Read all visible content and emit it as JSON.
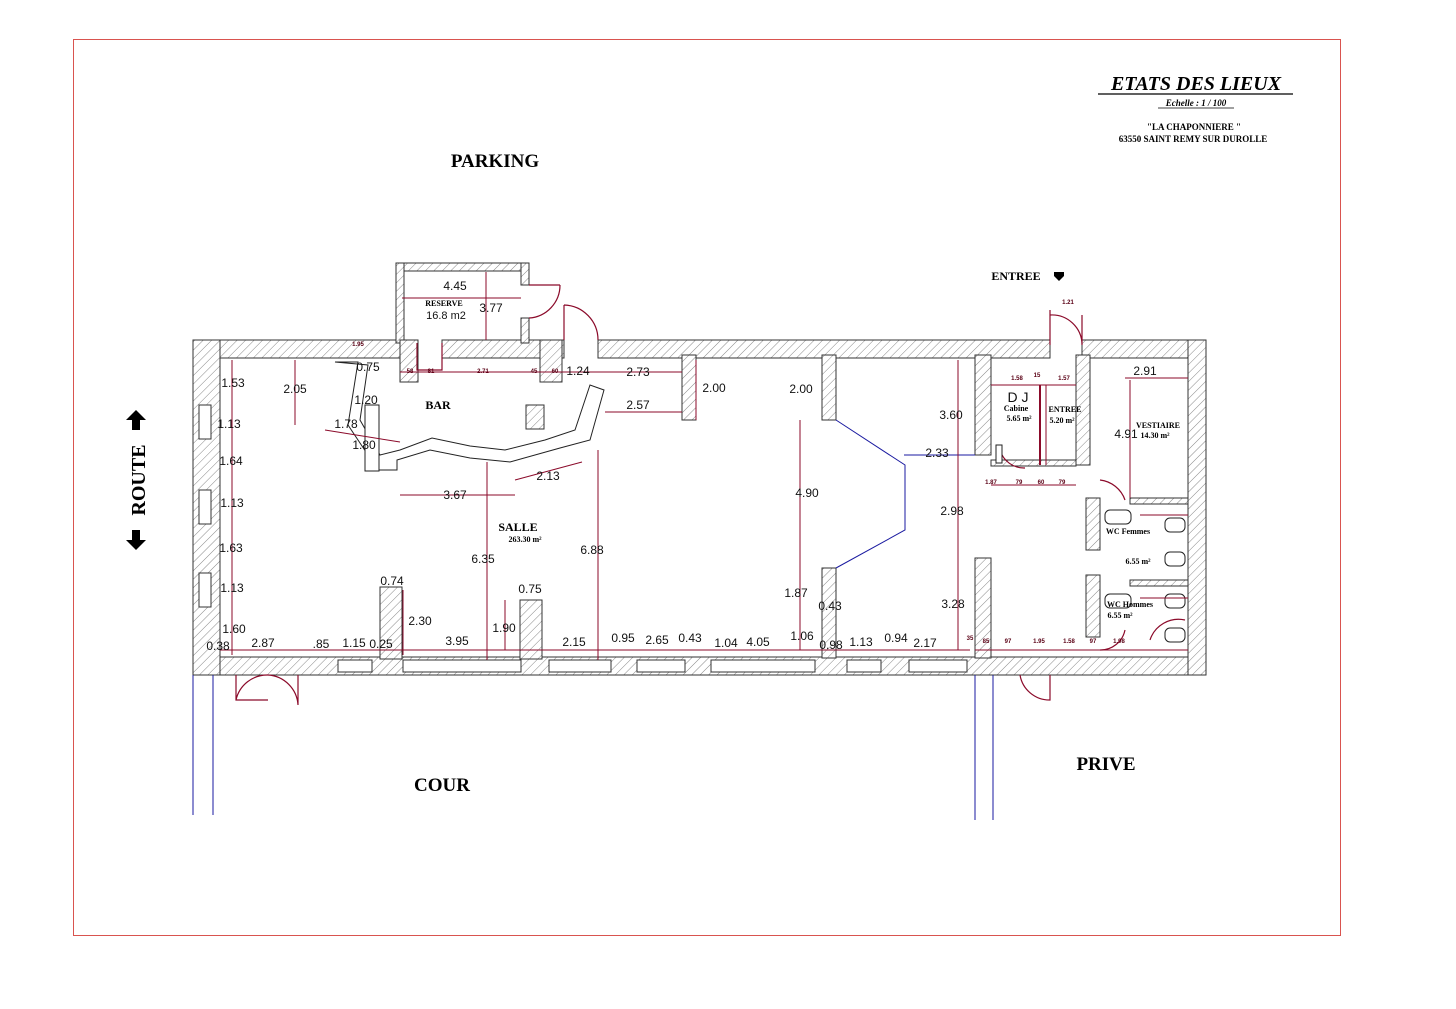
{
  "title": {
    "heading": "ETATS DES LIEUX",
    "scale": "Echelle : 1 / 100",
    "place": "\"LA CHAPONNIERE \"",
    "address": "63550 SAINT REMY SUR DUROLLE"
  },
  "surroundings": {
    "parking": "PARKING",
    "route": "ROUTE",
    "cour": "COUR",
    "prive": "PRIVE",
    "entree": "ENTREE"
  },
  "rooms": {
    "reserve": {
      "name": "RESERVE",
      "area": "16.8 m2"
    },
    "bar": {
      "name": "BAR"
    },
    "salle": {
      "name": "SALLE",
      "area": "263.30 m²"
    },
    "dj": {
      "name": "D J"
    },
    "cabine": {
      "name": "Cabine",
      "area": "5.65 m²"
    },
    "entree_room": {
      "name": "ENTREE",
      "area": "5.20 m²"
    },
    "vestiaire": {
      "name": "VESTIAIRE",
      "area": "14.30 m²"
    },
    "wc_femmes": {
      "name": "WC Femmes",
      "area": "6.55 m²"
    },
    "wc_hommes": {
      "name": "WC Hommes",
      "area": "6.55 m²"
    }
  },
  "dimensions": {
    "reserve_w": "4.45",
    "reserve_h": "3.77",
    "left_1": "1.53",
    "left_2": "1.13",
    "left_3": "1.64",
    "left_4": "1.13",
    "left_5": "1.63",
    "left_6": "1.13",
    "left_7": "1.60",
    "bar_205": "2.05",
    "bar_075": "0.75",
    "bar_120": "1.20",
    "bar_178": "1.78",
    "bar_180": "1.80",
    "bar_124": "1.24",
    "bar_273": "2.73",
    "bar_257": "2.57",
    "bar_213": "2.13",
    "bar_367": "3.67",
    "salle_635": "6.35",
    "salle_688": "6.88",
    "salle_200a": "2.00",
    "salle_200b": "2.00",
    "salle_490": "4.90",
    "salle_187": "1.87",
    "salle_043": "0.43",
    "p_074": "0.74",
    "p_230": "2.30",
    "p_075": "0.75",
    "p_190": "1.90",
    "e_360": "3.60",
    "e_233": "2.33",
    "e_298": "2.98",
    "e_328": "3.28",
    "e_291": "2.91",
    "e_491": "4.91",
    "b_038": "0.38",
    "b_287": "2.87",
    "b_85": ".85",
    "b_115": "1.15",
    "b_025": "0.25",
    "b_395": "3.95",
    "b_215": "2.15",
    "b_095": "0.95",
    "b_265": "2.65",
    "b_043": "0.43",
    "b_104": "1.04",
    "b_405": "4.05",
    "b_106": "1.06",
    "b_098": "0.98",
    "b_113": "1.13",
    "b_094": "0.94",
    "b_217": "2.17"
  },
  "tiny_dims": [
    "1.95",
    "58",
    "81",
    "2.71",
    "45",
    "60",
    "1.21",
    "1.58",
    "15",
    "1.57",
    "1.87",
    "79",
    "60",
    "79",
    "85",
    "97",
    "1.95",
    "1.58",
    "97",
    "1.98",
    "35"
  ],
  "colors": {
    "frame": "#d9534f",
    "dimension": "#8b0a2a",
    "blueline": "#1a1aa0"
  }
}
